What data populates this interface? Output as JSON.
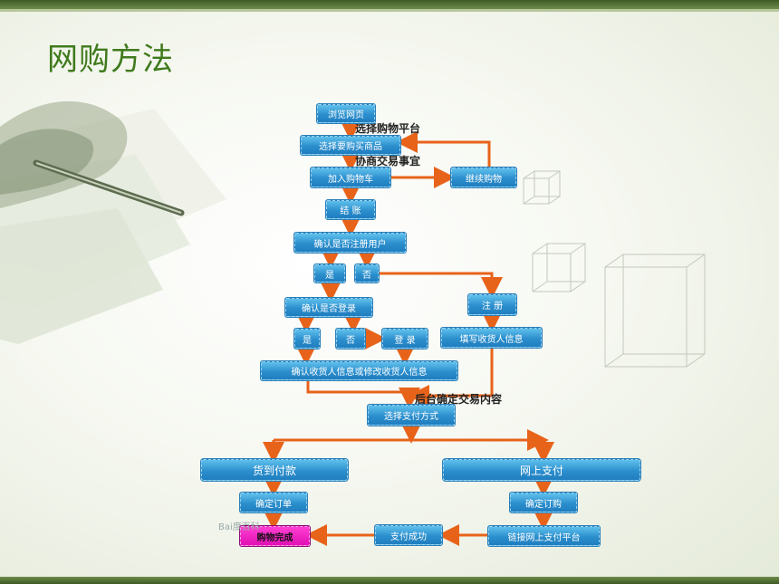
{
  "title": "网购方法",
  "nodes": {
    "browse": "浏览网页",
    "select_goods": "选择要购买商品",
    "add_cart": "加入购物车",
    "continue_shop": "继续购物",
    "checkout": "结 账",
    "confirm_registered": "确认是否注册用户",
    "yes1": "是",
    "no1": "否",
    "confirm_login": "确认是否登录",
    "register": "注 册",
    "yes2": "是",
    "no2": "否",
    "login": "登 录",
    "fill_receiver": "填写收货人信息",
    "confirm_receiver": "确认收货人信息或修改收货人信息",
    "choose_payment": "选择支付方式",
    "cod": "货到付款",
    "online_pay": "网上支付",
    "confirm_order1": "确定订单",
    "confirm_order2": "确定订购",
    "done": "购物完成",
    "pay_success": "支付成功",
    "link_platform": "链接网上支付平台"
  },
  "labels": {
    "choose_platform": "选择购物平台",
    "negotiate": "协商交易事宜",
    "backend_confirm": "后台确定交易内容"
  },
  "watermark": "Bai度百科",
  "colors": {
    "title": "#3f7a1c",
    "box": "#2c8fcd",
    "arrow": "#e8631a",
    "done": "#e010b4"
  }
}
